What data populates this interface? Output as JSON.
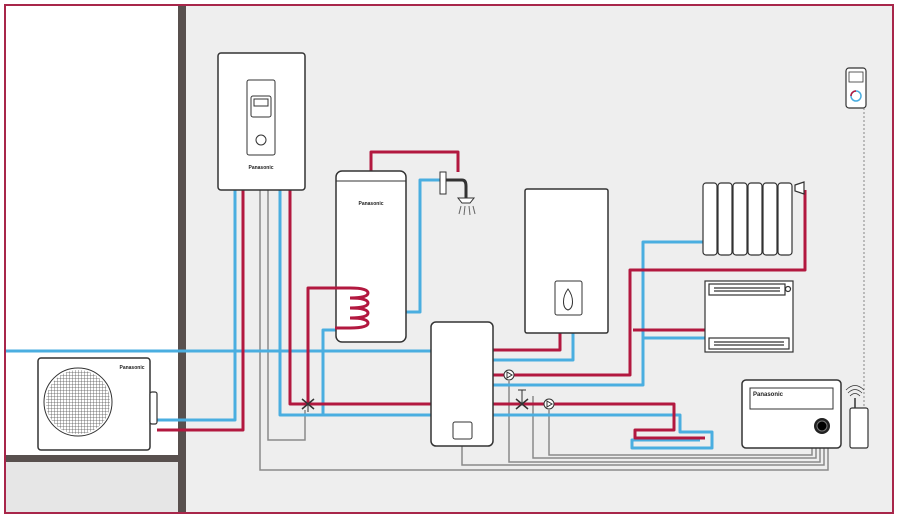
{
  "diagram": {
    "units": {
      "indoor_unit": {
        "label": "Panasonic"
      },
      "hot_water_tank": {
        "label": "Panasonic"
      },
      "outdoor_unit": {
        "label": "Panasonic"
      },
      "controller": {
        "label": "Panasonic"
      }
    }
  },
  "colors": {
    "hot_pipe": "#b2183f",
    "cold_pipe": "#4aaee0",
    "control_wire": "#8a8a8a",
    "wall": "#58504e",
    "frame": "#a8264a",
    "indoor_bg": "#eeeeee"
  }
}
